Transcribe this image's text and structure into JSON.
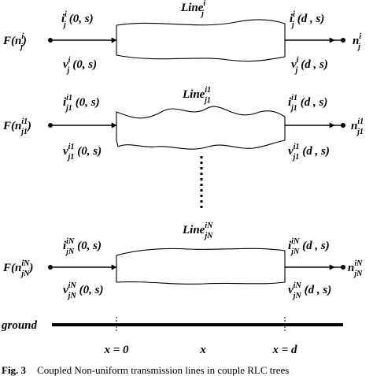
{
  "title": "",
  "lines": [
    {
      "source_label": "F(n",
      "source_sup": "i",
      "source_sub": "j",
      "sink_label": "n",
      "sink_sup": "i",
      "sink_sub": "j",
      "line_label": "Line",
      "line_sup": "i",
      "line_sub": "j",
      "i_left": "i",
      "i_left_sup": "i",
      "i_left_sub": "j",
      "i_left_args": "(0, s)",
      "i_right": "i",
      "i_right_sup": "i",
      "i_right_sub": "j",
      "i_right_args": "(d , s)",
      "v_left": "v",
      "v_left_sup": "i",
      "v_left_sub": "j",
      "v_left_args": "(0, s)",
      "v_right": "v",
      "v_right_sup": "i",
      "v_right_sub": "j",
      "v_right_args": "(d , s)"
    },
    {
      "source_label": "F(n",
      "source_sup": "i1",
      "source_sub": "j1",
      "sink_label": "n",
      "sink_sup": "i1",
      "sink_sub": "j1",
      "line_label": "Line",
      "line_sup": "i1",
      "line_sub": "j1",
      "i_left": "i",
      "i_left_sup": "i1",
      "i_left_sub": "j1",
      "i_left_args": "(0, s)",
      "i_right": "i",
      "i_right_sup": "i1",
      "i_right_sub": "j1",
      "i_right_args": "(d , s)",
      "v_left": "v",
      "v_left_sup": "i1",
      "v_left_sub": "j1",
      "v_left_args": "(0, s)",
      "v_right": "v",
      "v_right_sup": "i1",
      "v_right_sub": "j1",
      "v_right_args": "(d , s)"
    },
    {
      "source_label": "F(n",
      "source_sup": "iN",
      "source_sub": "jN",
      "sink_label": "n",
      "sink_sup": "iN",
      "sink_sub": "jN",
      "line_label": "Line",
      "line_sup": "iN",
      "line_sub": "jN",
      "i_left": "i",
      "i_left_sup": "iN",
      "i_left_sub": "jN",
      "i_left_args": "(0, s)",
      "i_right": "i",
      "i_right_sup": "iN",
      "i_right_sub": "jN",
      "i_right_args": "(d , s)",
      "v_left": "v",
      "v_left_sup": "iN",
      "v_left_sub": "jN",
      "v_left_args": "(0, s)",
      "v_right": "v",
      "v_right_sup": "iN",
      "v_right_sub": "jN",
      "v_right_args": "(d , s)"
    }
  ],
  "ground_label": "ground",
  "axis": {
    "x0_label": "x = 0",
    "x_label": "x",
    "xd_label": "x = d"
  },
  "caption": {
    "fig": "Fig. 3",
    "text": "Coupled Non-uniform transmission lines in couple RLC trees"
  },
  "colors": {
    "ink": "#000000",
    "background": "#ffffff"
  }
}
